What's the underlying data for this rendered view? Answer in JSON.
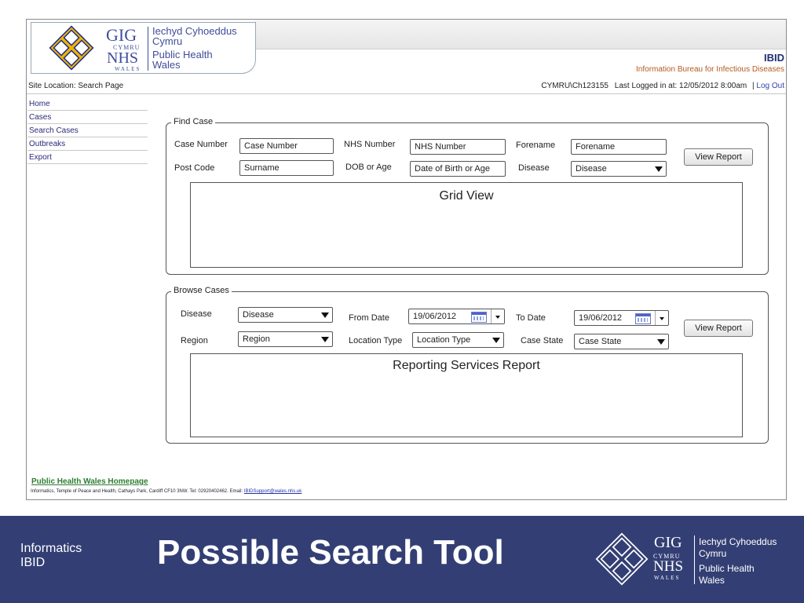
{
  "logo": {
    "gig": "GIG",
    "cymru": "CYMRU",
    "nhs": "NHS",
    "wales": "WALES",
    "org_lines": [
      "Iechyd Cyhoeddus",
      "Cymru",
      "Public Health",
      "Wales"
    ]
  },
  "app": {
    "name": "IBID",
    "subtitle": "Information Bureau for Infectious Diseases"
  },
  "location_bar": {
    "site_location": "Site Location: Search Page",
    "user": "CYMRU\\Ch123155",
    "last_logged": "Last Logged in at: 12/05/2012 8:00am",
    "separator": "|",
    "logout": "Log Out"
  },
  "nav": {
    "items": [
      "Home",
      "Cases",
      "Search Cases",
      "Outbreaks",
      "Export"
    ]
  },
  "find_case": {
    "legend": "Find Case",
    "case_number_label": "Case Number",
    "case_number_value": "Case Number",
    "nhs_number_label": "NHS Number",
    "nhs_number_value": "NHS Number",
    "forename_label": "Forename",
    "forename_value": "Forename",
    "post_code_label": "Post Code",
    "post_code_value": "Surname",
    "dob_label": "DOB or Age",
    "dob_value": "Date of Birth or Age",
    "disease_label": "Disease",
    "disease_value": "Disease",
    "view_report": "View Report",
    "grid_title": "Grid View"
  },
  "browse_cases": {
    "legend": "Browse Cases",
    "disease_label": "Disease",
    "disease_value": "Disease",
    "from_date_label": "From Date",
    "from_date_value": "19/06/2012",
    "to_date_label": "To Date",
    "to_date_value": "19/06/2012",
    "region_label": "Region",
    "region_value": "Region",
    "location_type_label": "Location Type",
    "location_type_value": "Location Type",
    "case_state_label": "Case State",
    "case_state_value": "Case State",
    "view_report": "View Report",
    "report_title": "Reporting Services Report"
  },
  "footer": {
    "homepage_link": "Public Health Wales Homepage",
    "info": "Informatics, Temple of Peace and Health, Cathays Park, Cardiff CF10 3NW. Tel: 02920402462. Email:",
    "email": "IBIDSupport@wales.nhs.uk"
  },
  "slide": {
    "left_lines": [
      "Informatics",
      "IBID"
    ],
    "title": "Possible Search Tool"
  },
  "colors": {
    "brand_blue": "#3f4d9a",
    "band": "#333f74",
    "subtitle_orange": "#b45a1e",
    "link_green": "#2e7d32"
  },
  "icons": [
    "celtic-knot-icon",
    "calendar-icon",
    "chevron-down-icon"
  ]
}
